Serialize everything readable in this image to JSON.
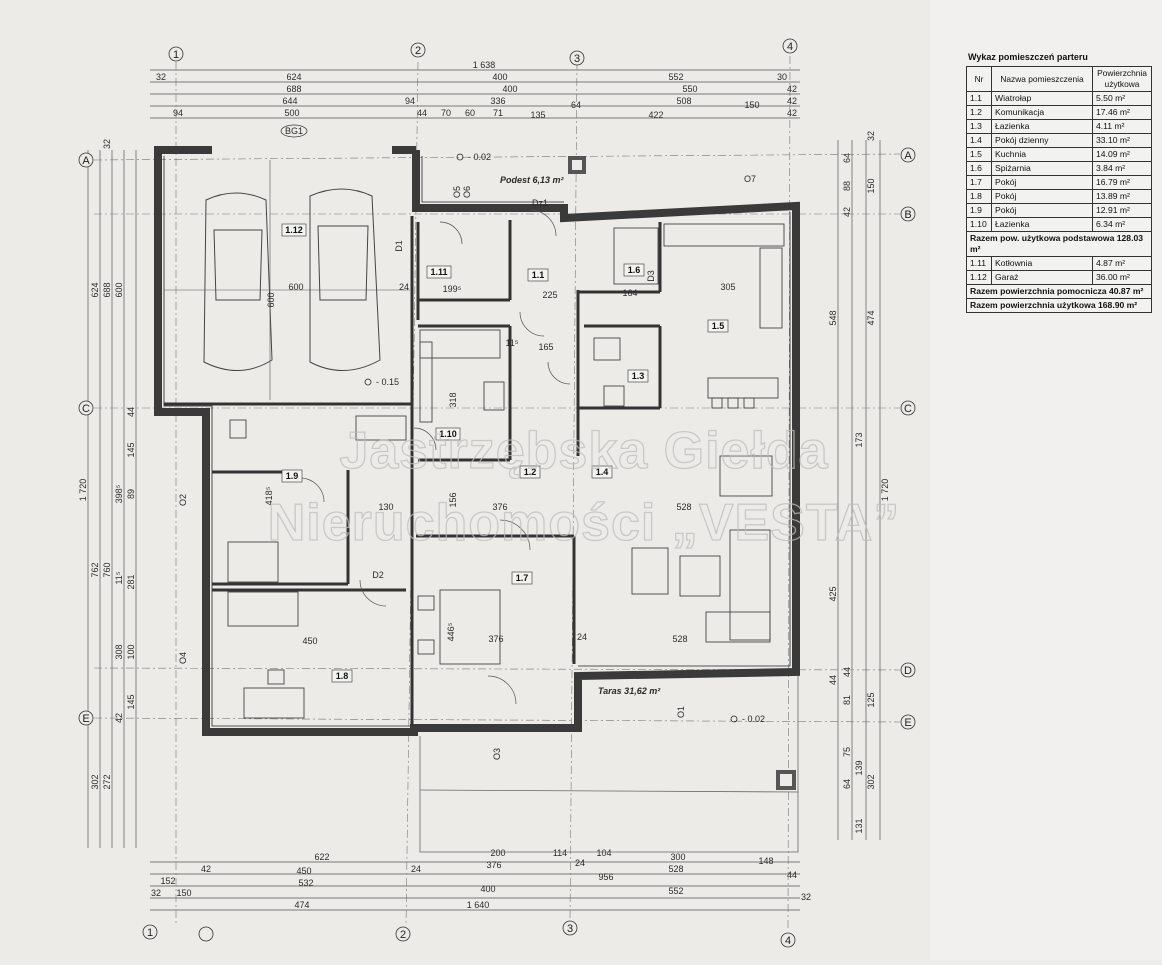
{
  "legend": {
    "title": "Wykaz pomieszczeń parteru",
    "headers": {
      "nr": "Nr",
      "name": "Nazwa pomieszczenia",
      "area": "Powierzchnia użytkowa"
    },
    "rows": [
      {
        "nr": "1.1",
        "name": "Wiatrołap",
        "area": "5.50 m²"
      },
      {
        "nr": "1.2",
        "name": "Komunikacja",
        "area": "17.46 m²"
      },
      {
        "nr": "1.3",
        "name": "Łazienka",
        "area": "4.11 m²"
      },
      {
        "nr": "1.4",
        "name": "Pokój dzienny",
        "area": "33.10 m²"
      },
      {
        "nr": "1.5",
        "name": "Kuchnia",
        "area": "14.09 m²"
      },
      {
        "nr": "1.6",
        "name": "Spiżarnia",
        "area": "3.84 m²"
      },
      {
        "nr": "1.7",
        "name": "Pokój",
        "area": "16.79 m²"
      },
      {
        "nr": "1.8",
        "name": "Pokój",
        "area": "13.89 m²"
      },
      {
        "nr": "1.9",
        "name": "Pokój",
        "area": "12.91 m²"
      },
      {
        "nr": "1.10",
        "name": "Łazienka",
        "area": "6.34 m²"
      }
    ],
    "subtotal_basic": "Razem pow. użytkowa podstawowa 128.03 m²",
    "rows2": [
      {
        "nr": "1.11",
        "name": "Kotłownia",
        "area": "4.87 m²"
      },
      {
        "nr": "1.12",
        "name": "Garaż",
        "area": "36.00 m²"
      }
    ],
    "subtotal_aux": "Razem powierzchnia pomocnicza 40.87 m²",
    "total": "Razem powierzchnia użytkowa 168.90 m²"
  },
  "plan": {
    "axes_vertical": [
      "1",
      "2",
      "3",
      "4"
    ],
    "axes_horizontal": [
      "A",
      "B",
      "C",
      "D",
      "E"
    ],
    "rooms": {
      "r1_1": "1.1",
      "r1_2": "1.2",
      "r1_3": "1.3",
      "r1_4": "1.4",
      "r1_5": "1.5",
      "r1_6": "1.6",
      "r1_7": "1.7",
      "r1_8": "1.8",
      "r1_9": "1.9",
      "r1_10": "1.10",
      "r1_11": "1.11",
      "r1_12": "1.12"
    },
    "labels": {
      "podest": "Podest 6,13 m²",
      "taras": "Taras 31,62 m²",
      "lvl_entry": "- 0.02",
      "lvl_garage": "- 0.15",
      "lvl_taras": "- 0.02",
      "bg1": "BG1"
    },
    "top_dims": {
      "row1": [
        "1 638"
      ],
      "row2": [
        "32",
        "624",
        "552",
        "30"
      ],
      "row3": [
        "688",
        "400",
        "550",
        "42"
      ],
      "row4": [
        "644",
        "400",
        "508",
        "42"
      ],
      "row5": [
        "500",
        "94",
        "44",
        "336",
        "64",
        "150",
        "42"
      ],
      "row6": [
        "94",
        "70",
        "60",
        "71",
        "135",
        "422"
      ]
    },
    "bottom_dims": {
      "row1": [
        "622",
        "200",
        "114",
        "104",
        "300",
        "148"
      ],
      "row2": [
        "42",
        "450",
        "24",
        "376",
        "24",
        "528",
        "44"
      ],
      "row3": [
        "152",
        "532",
        "956"
      ],
      "row4": [
        "32",
        "150",
        "400",
        "552",
        "32"
      ],
      "row5": [
        "474",
        "1 640"
      ]
    },
    "left_dims": [
      "624",
      "688",
      "600",
      "1 720",
      "760",
      "762",
      "398⁵",
      "145",
      "89",
      "11⁵",
      "281",
      "308",
      "100",
      "145",
      "302",
      "272",
      "42",
      "44",
      "32"
    ],
    "right_dims": [
      "32",
      "64",
      "88",
      "150",
      "42",
      "548",
      "474",
      "1 720",
      "173",
      "425",
      "44",
      "81",
      "125",
      "75",
      "139",
      "64",
      "302",
      "131",
      "44"
    ],
    "inner_dims": [
      "600",
      "600",
      "24",
      "305",
      "225",
      "164",
      "199⁵",
      "11⁵",
      "165",
      "528",
      "376",
      "450",
      "418⁵",
      "446⁵",
      "318",
      "156",
      "130",
      "24",
      "528",
      "376"
    ],
    "openings": [
      "O5",
      "O6",
      "O7",
      "O1",
      "O2",
      "O3",
      "O4",
      "D1",
      "D2",
      "D3",
      "Dz1"
    ]
  },
  "watermark": {
    "line1": "Jastrzębska Giełda",
    "line2": "Nieruchomości „VESTA”"
  }
}
